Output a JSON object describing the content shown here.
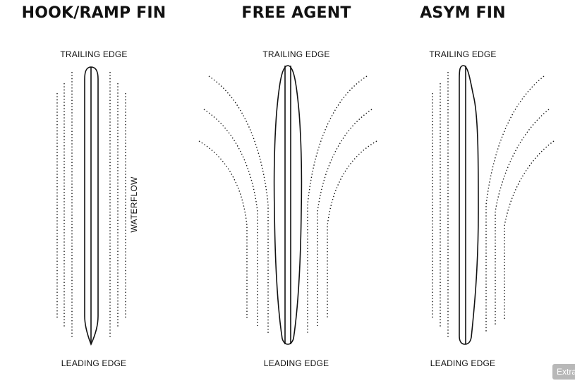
{
  "fins": [
    {
      "title": "HOOK/RAMP FIN",
      "trailing": "TRAILING EDGE",
      "leading": "LEADING EDGE"
    },
    {
      "title": "FREE AGENT",
      "trailing": "TRAILING EDGE",
      "leading": "LEADING EDGE"
    },
    {
      "title": "ASYM FIN",
      "trailing": "TRAILING EDGE",
      "leading": "LEADING EDGE"
    }
  ],
  "waterflow_label": "WATERFLOW",
  "extra_tab": "Extra",
  "colors": {
    "line": "#111111",
    "background": "#ffffff",
    "tab": "#b8b8b8"
  }
}
